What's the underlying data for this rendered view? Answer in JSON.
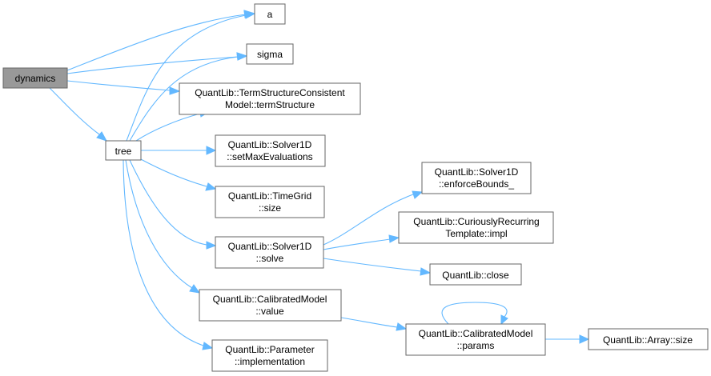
{
  "nodes": {
    "dynamics": {
      "lines": [
        "dynamics"
      ]
    },
    "tree": {
      "lines": [
        "tree"
      ]
    },
    "a": {
      "lines": [
        "a"
      ]
    },
    "sigma": {
      "lines": [
        "sigma"
      ]
    },
    "termStructure": {
      "lines": [
        "QuantLib::TermStructureConsistent",
        "Model::termStructure"
      ]
    },
    "setMaxEvaluations": {
      "lines": [
        "QuantLib::Solver1D",
        "::setMaxEvaluations"
      ]
    },
    "timeGridSize": {
      "lines": [
        "QuantLib::TimeGrid",
        "::size"
      ]
    },
    "solve": {
      "lines": [
        "QuantLib::Solver1D",
        "::solve"
      ]
    },
    "calibratedValue": {
      "lines": [
        "QuantLib::CalibratedModel",
        "::value"
      ]
    },
    "parameterImpl": {
      "lines": [
        "QuantLib::Parameter",
        "::implementation"
      ]
    },
    "enforceBounds": {
      "lines": [
        "QuantLib::Solver1D",
        "::enforceBounds_"
      ]
    },
    "crtImpl": {
      "lines": [
        "QuantLib::CuriouslyRecurring",
        "Template::impl"
      ]
    },
    "close": {
      "lines": [
        "QuantLib::close"
      ]
    },
    "params": {
      "lines": [
        "QuantLib::CalibratedModel",
        "::params"
      ]
    },
    "arraySize": {
      "lines": [
        "QuantLib::Array::size"
      ]
    }
  },
  "edges": [
    [
      "dynamics",
      "a"
    ],
    [
      "dynamics",
      "sigma"
    ],
    [
      "dynamics",
      "termStructure"
    ],
    [
      "dynamics",
      "tree"
    ],
    [
      "tree",
      "a"
    ],
    [
      "tree",
      "sigma"
    ],
    [
      "tree",
      "termStructure"
    ],
    [
      "tree",
      "setMaxEvaluations"
    ],
    [
      "tree",
      "timeGridSize"
    ],
    [
      "tree",
      "solve"
    ],
    [
      "tree",
      "calibratedValue"
    ],
    [
      "tree",
      "parameterImpl"
    ],
    [
      "solve",
      "enforceBounds"
    ],
    [
      "solve",
      "crtImpl"
    ],
    [
      "solve",
      "close"
    ],
    [
      "calibratedValue",
      "params"
    ],
    [
      "params",
      "params"
    ],
    [
      "params",
      "arraySize"
    ]
  ],
  "colors": {
    "edge": "#63b8ff",
    "node_border": "#666666",
    "root_fill": "#999999",
    "node_fill": "#ffffff"
  }
}
